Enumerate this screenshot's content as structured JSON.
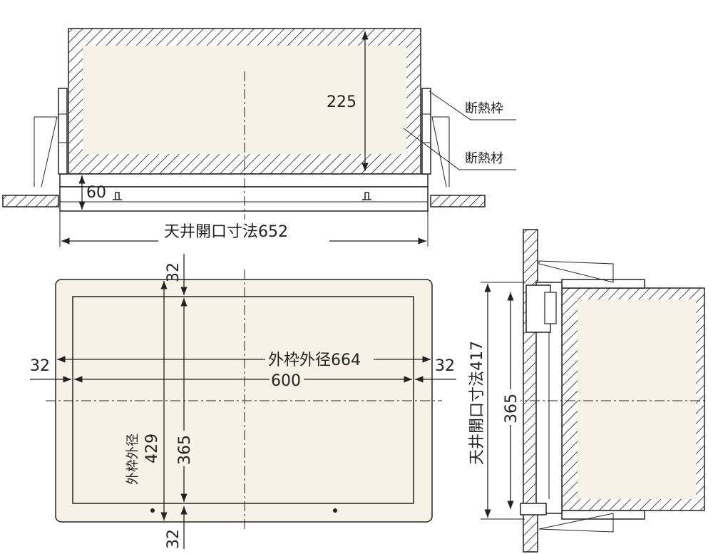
{
  "colors": {
    "panel_fill": "#f7f2e7",
    "line": "#222222",
    "wall_fill": "#ffffff"
  },
  "top_view": {
    "label_insulation_frame": "断熱枠",
    "label_insulation_material": "断熱材",
    "dim_height": "225",
    "dim_frame_depth": "60",
    "dim_opening_width": "天井開口寸法652"
  },
  "front_view": {
    "dim_outer_width": "外枠外径664",
    "dim_inner_width": "600",
    "dim_margin_left": "32",
    "dim_margin_right": "32",
    "dim_margin_top": "32",
    "dim_margin_bottom": "32",
    "dim_outer_height_label": "外枠外径",
    "dim_outer_height_value": "429",
    "dim_inner_height": "365"
  },
  "side_view": {
    "dim_opening_height": "天井開口寸法417",
    "dim_inner_height": "365"
  }
}
